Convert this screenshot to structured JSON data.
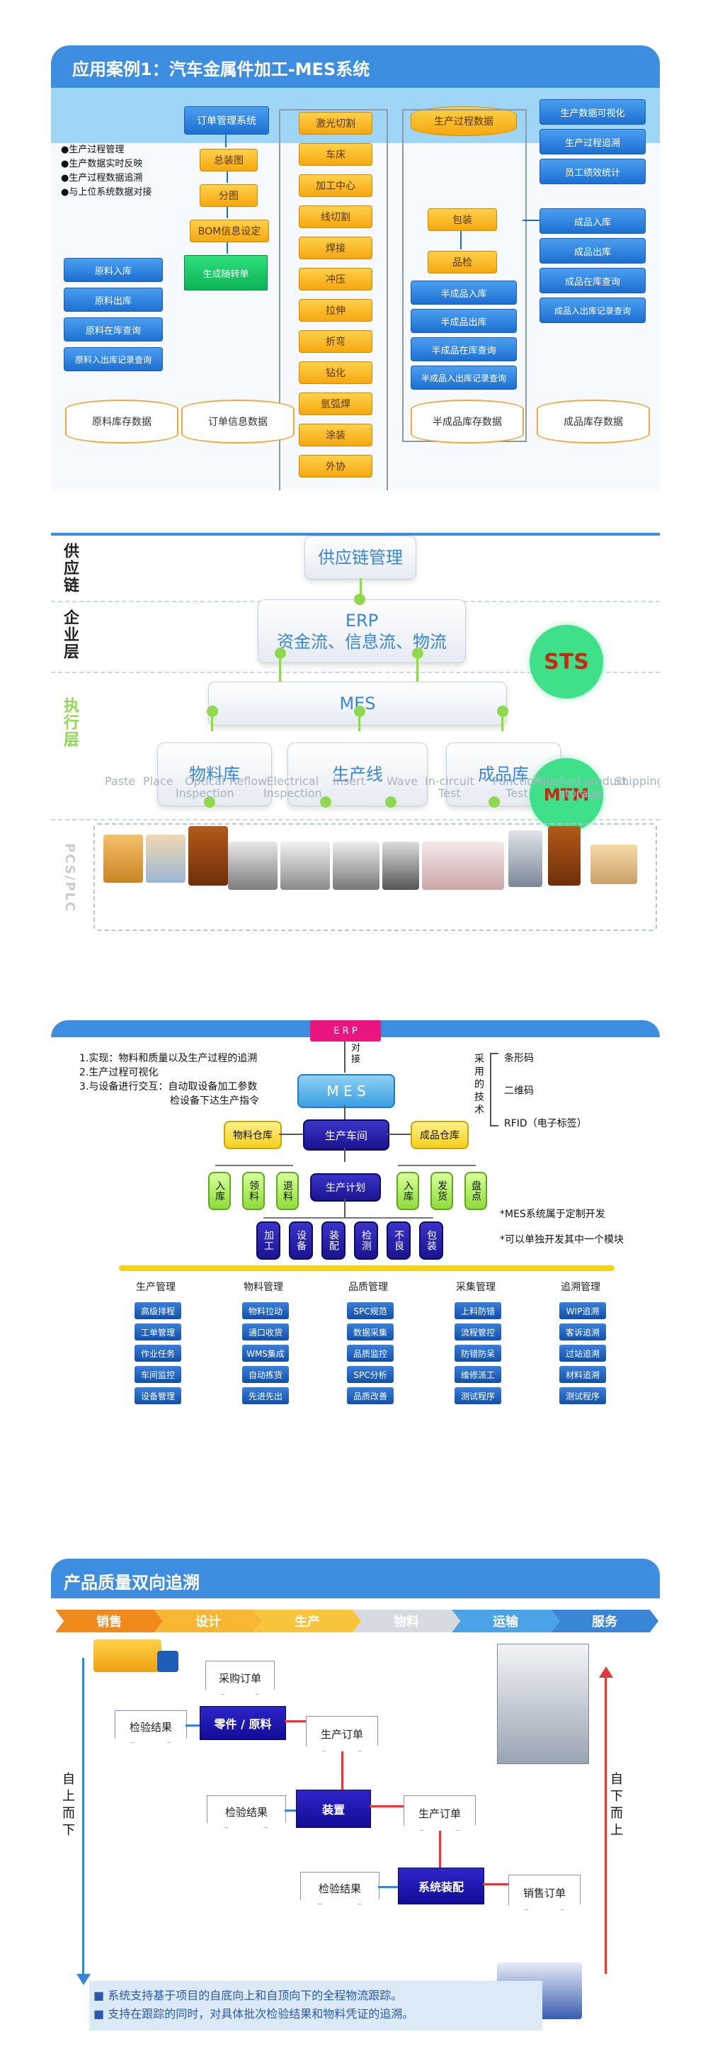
{
  "panel1": {
    "title": "应用案例1：汽车金属件加工-MES系统",
    "bullets": [
      "●生产过程管理",
      "●生产数据实时反映",
      "●生产过程数据追溯",
      "●与上位系统数据对接"
    ],
    "order_system": "订单管理系统",
    "flow": [
      "总装图",
      "分图",
      "BOM信息设定",
      "生成随转单"
    ],
    "raw_buttons": [
      "原料入库",
      "原料出库",
      "原料在库查询",
      "原料入出库记录查询"
    ],
    "process_column": [
      "激光切割",
      "车床",
      "加工中心",
      "线切割",
      "焊接",
      "冲压",
      "拉伸",
      "折弯",
      "钻化",
      "氩弧焊",
      "涂装",
      "外协"
    ],
    "production_data": "生产过程数据",
    "packing": "包装",
    "quality_check": "品检",
    "semi_buttons": [
      "半成品入库",
      "半成品出库",
      "半成品在库查询",
      "半成品入出库记录查询"
    ],
    "right_top_buttons": [
      "生产数据可视化",
      "生产过程追溯",
      "员工绩效统计"
    ],
    "finished_buttons": [
      "成品入库",
      "成品出库",
      "成品在库查询",
      "成品入出库记录查询"
    ],
    "databases": [
      "原料库存数据",
      "订单信息数据",
      "半成品库存数据",
      "成品库存数据"
    ]
  },
  "panel2": {
    "layers": [
      "供应链",
      "企业层",
      "执行层",
      "PCS/PLC"
    ],
    "supply_chain_box": "供应链管理",
    "erp_line1": "ERP",
    "erp_line2": "资金流、信息流、物流",
    "mes_box": "MES",
    "warehouses": [
      "物料库",
      "生产线",
      "成品库"
    ],
    "badges": [
      "STS",
      "MTM"
    ],
    "equipment_labels": [
      "Paste",
      "Place",
      "Optical\nInspection",
      "Reflow",
      "Electrical\nInspection",
      "Insert",
      "Wave",
      "In-circuit\nTest",
      "Function\nTest",
      "Finished product\nstorage",
      "Shipping"
    ]
  },
  "panel3": {
    "erp": "E R P",
    "link": "对\n接",
    "notes": [
      "1.实现：物料和质量以及生产过程的追溯",
      "2.生产过程可视化",
      "3.与设备进行交互：自动取设备加工参数",
      "检设备下达生产指令"
    ],
    "tech_label": "采\n用\n的\n技\n术",
    "tech_items": [
      "条形码",
      "二维码",
      "RFID（电子标签）"
    ],
    "mes": "M E S",
    "material_warehouse": "物料仓库",
    "workshop": "生产车间",
    "product_warehouse": "成品仓库",
    "plan": "生产计划",
    "left_leaves": [
      "入库",
      "领料",
      "退料"
    ],
    "right_leaves": [
      "入库",
      "发货",
      "盘点"
    ],
    "process_nodes": [
      "加工",
      "设备",
      "装配",
      "检测",
      "不良",
      "包装"
    ],
    "remarks": [
      "*MES系统属于定制开发",
      "*可以单独开发其中一个模块"
    ],
    "modules": [
      {
        "head": "生产管理",
        "items": [
          "高级排程",
          "工单管理",
          "作业任务",
          "车间监控",
          "设备管理"
        ]
      },
      {
        "head": "物料管理",
        "items": [
          "物料拉动",
          "通口收货",
          "WMS集成",
          "自动拣货",
          "先进先出"
        ]
      },
      {
        "head": "品质管理",
        "items": [
          "SPC规范",
          "数据采集",
          "品质监控",
          "SPC分析",
          "品质改善"
        ]
      },
      {
        "head": "采集管理",
        "items": [
          "上料防错",
          "流程管控",
          "防错防呆",
          "维修派工",
          "测试程序"
        ]
      },
      {
        "head": "追溯管理",
        "items": [
          "WIP追溯",
          "客诉追溯",
          "过站追溯",
          "材料追溯",
          "测试程序"
        ]
      }
    ]
  },
  "panel4": {
    "title": "产品质量双向追溯",
    "stages": [
      "销售",
      "设计",
      "生产",
      "物料",
      "运输",
      "服务"
    ],
    "top_down": "自\n上\n而\n下",
    "bottom_up": "自\n下\n而\n上",
    "purchase_order": "采购订单",
    "inspection": "检验结果",
    "parts": "零件 / 原料",
    "production_order": "生产订单",
    "assembly": "装置",
    "system_assembly": "系统装配",
    "sales_order": "销售订单",
    "notes": [
      "■ 系统支持基于项目的自底向上和自顶向下的全程物流跟踪。",
      "■ 支持在跟踪的同时，对具体批次检验结果和物料凭证的追溯。"
    ],
    "colors": {
      "sales": "#f08a1c",
      "design": "#f7b733",
      "production": "#f8c43c",
      "material": "#d6dbe2",
      "transport": "#4aa3e6",
      "service": "#3a86d6"
    }
  }
}
